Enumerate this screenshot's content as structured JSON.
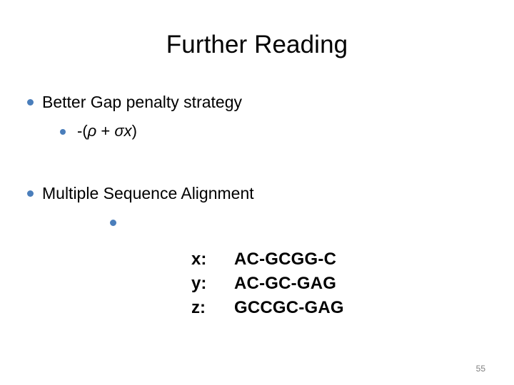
{
  "slide": {
    "title": "Further Reading",
    "page_number": "55",
    "bullet_color": "#4a7ebb",
    "text_color": "#000000",
    "page_number_color": "#808080",
    "background_color": "#ffffff"
  },
  "bullets": [
    {
      "level": 1,
      "text": "Better Gap penalty strategy"
    },
    {
      "level": 2,
      "prefix": "-(",
      "rho": "ρ",
      "plus": " + ",
      "sigma": "σ",
      "variable": "x",
      "suffix": ")",
      "text": "-(ρ + σx)"
    },
    {
      "level": 1,
      "text": "Multiple Sequence Alignment"
    },
    {
      "level": 2,
      "text": ""
    }
  ],
  "sequences": {
    "rows": [
      {
        "label": "x:",
        "value": "AC-GCGG-C"
      },
      {
        "label": "y:",
        "value": "AC-GC-GAG"
      },
      {
        "label": "z:",
        "value": "GCCGC-GAG"
      }
    ]
  }
}
